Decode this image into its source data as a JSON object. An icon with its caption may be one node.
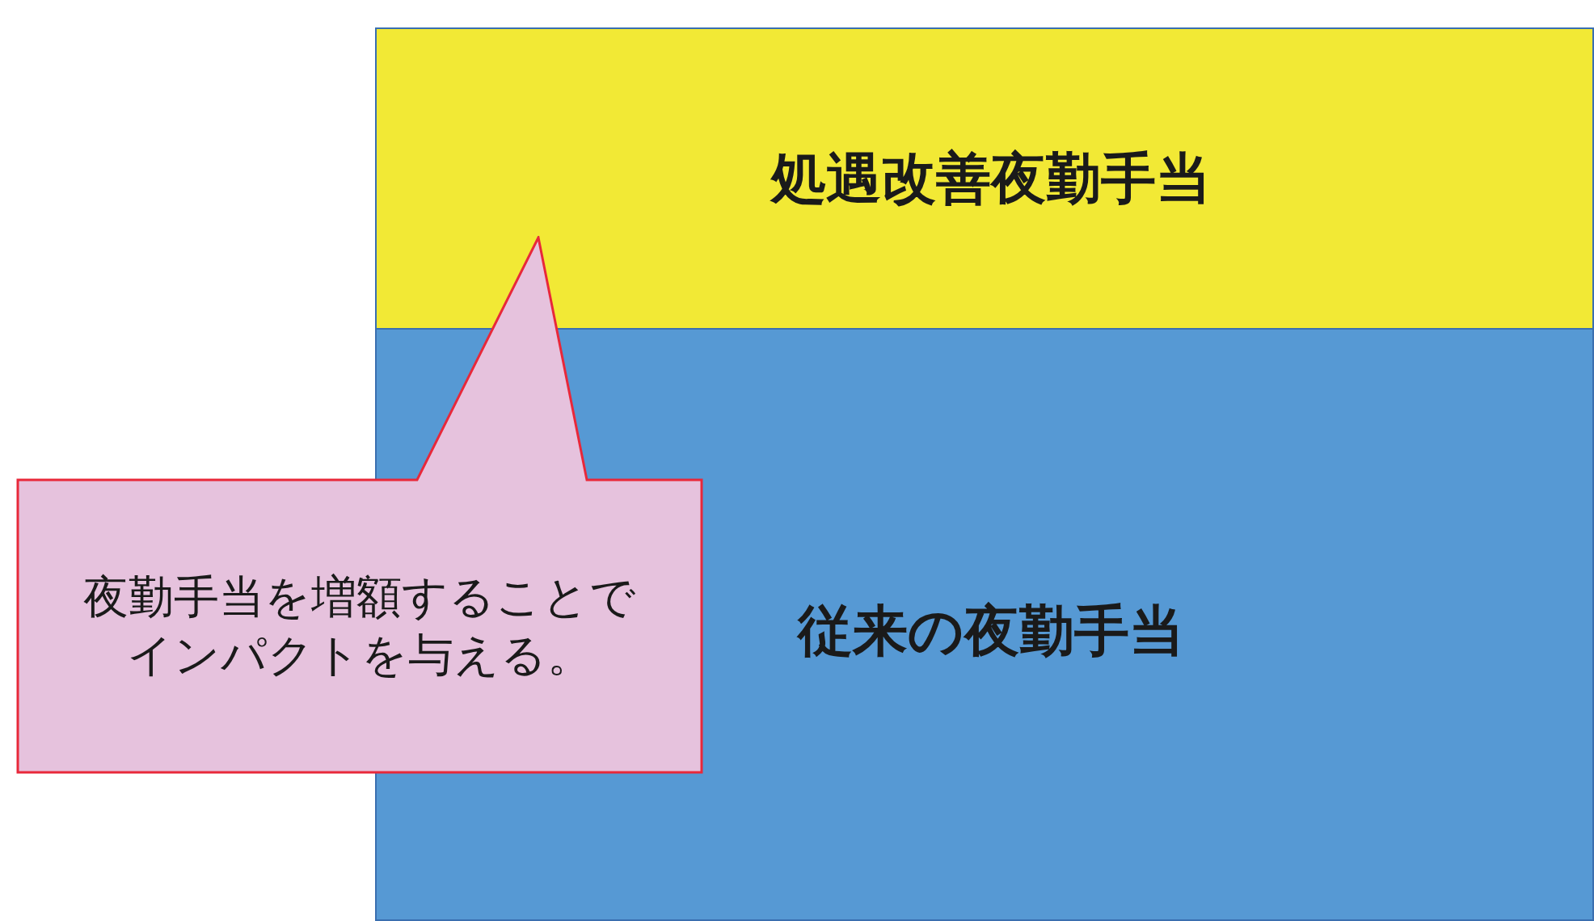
{
  "diagram": {
    "nodes": [
      {
        "text": [
          "処遇改善夜勤手当"
        ]
      },
      {
        "text": [
          "従来の夜勤手当"
        ]
      },
      {
        "text": [
          "夜勤手当を増額することでインパクトを与える。"
        ]
      }
    ]
  }
}
